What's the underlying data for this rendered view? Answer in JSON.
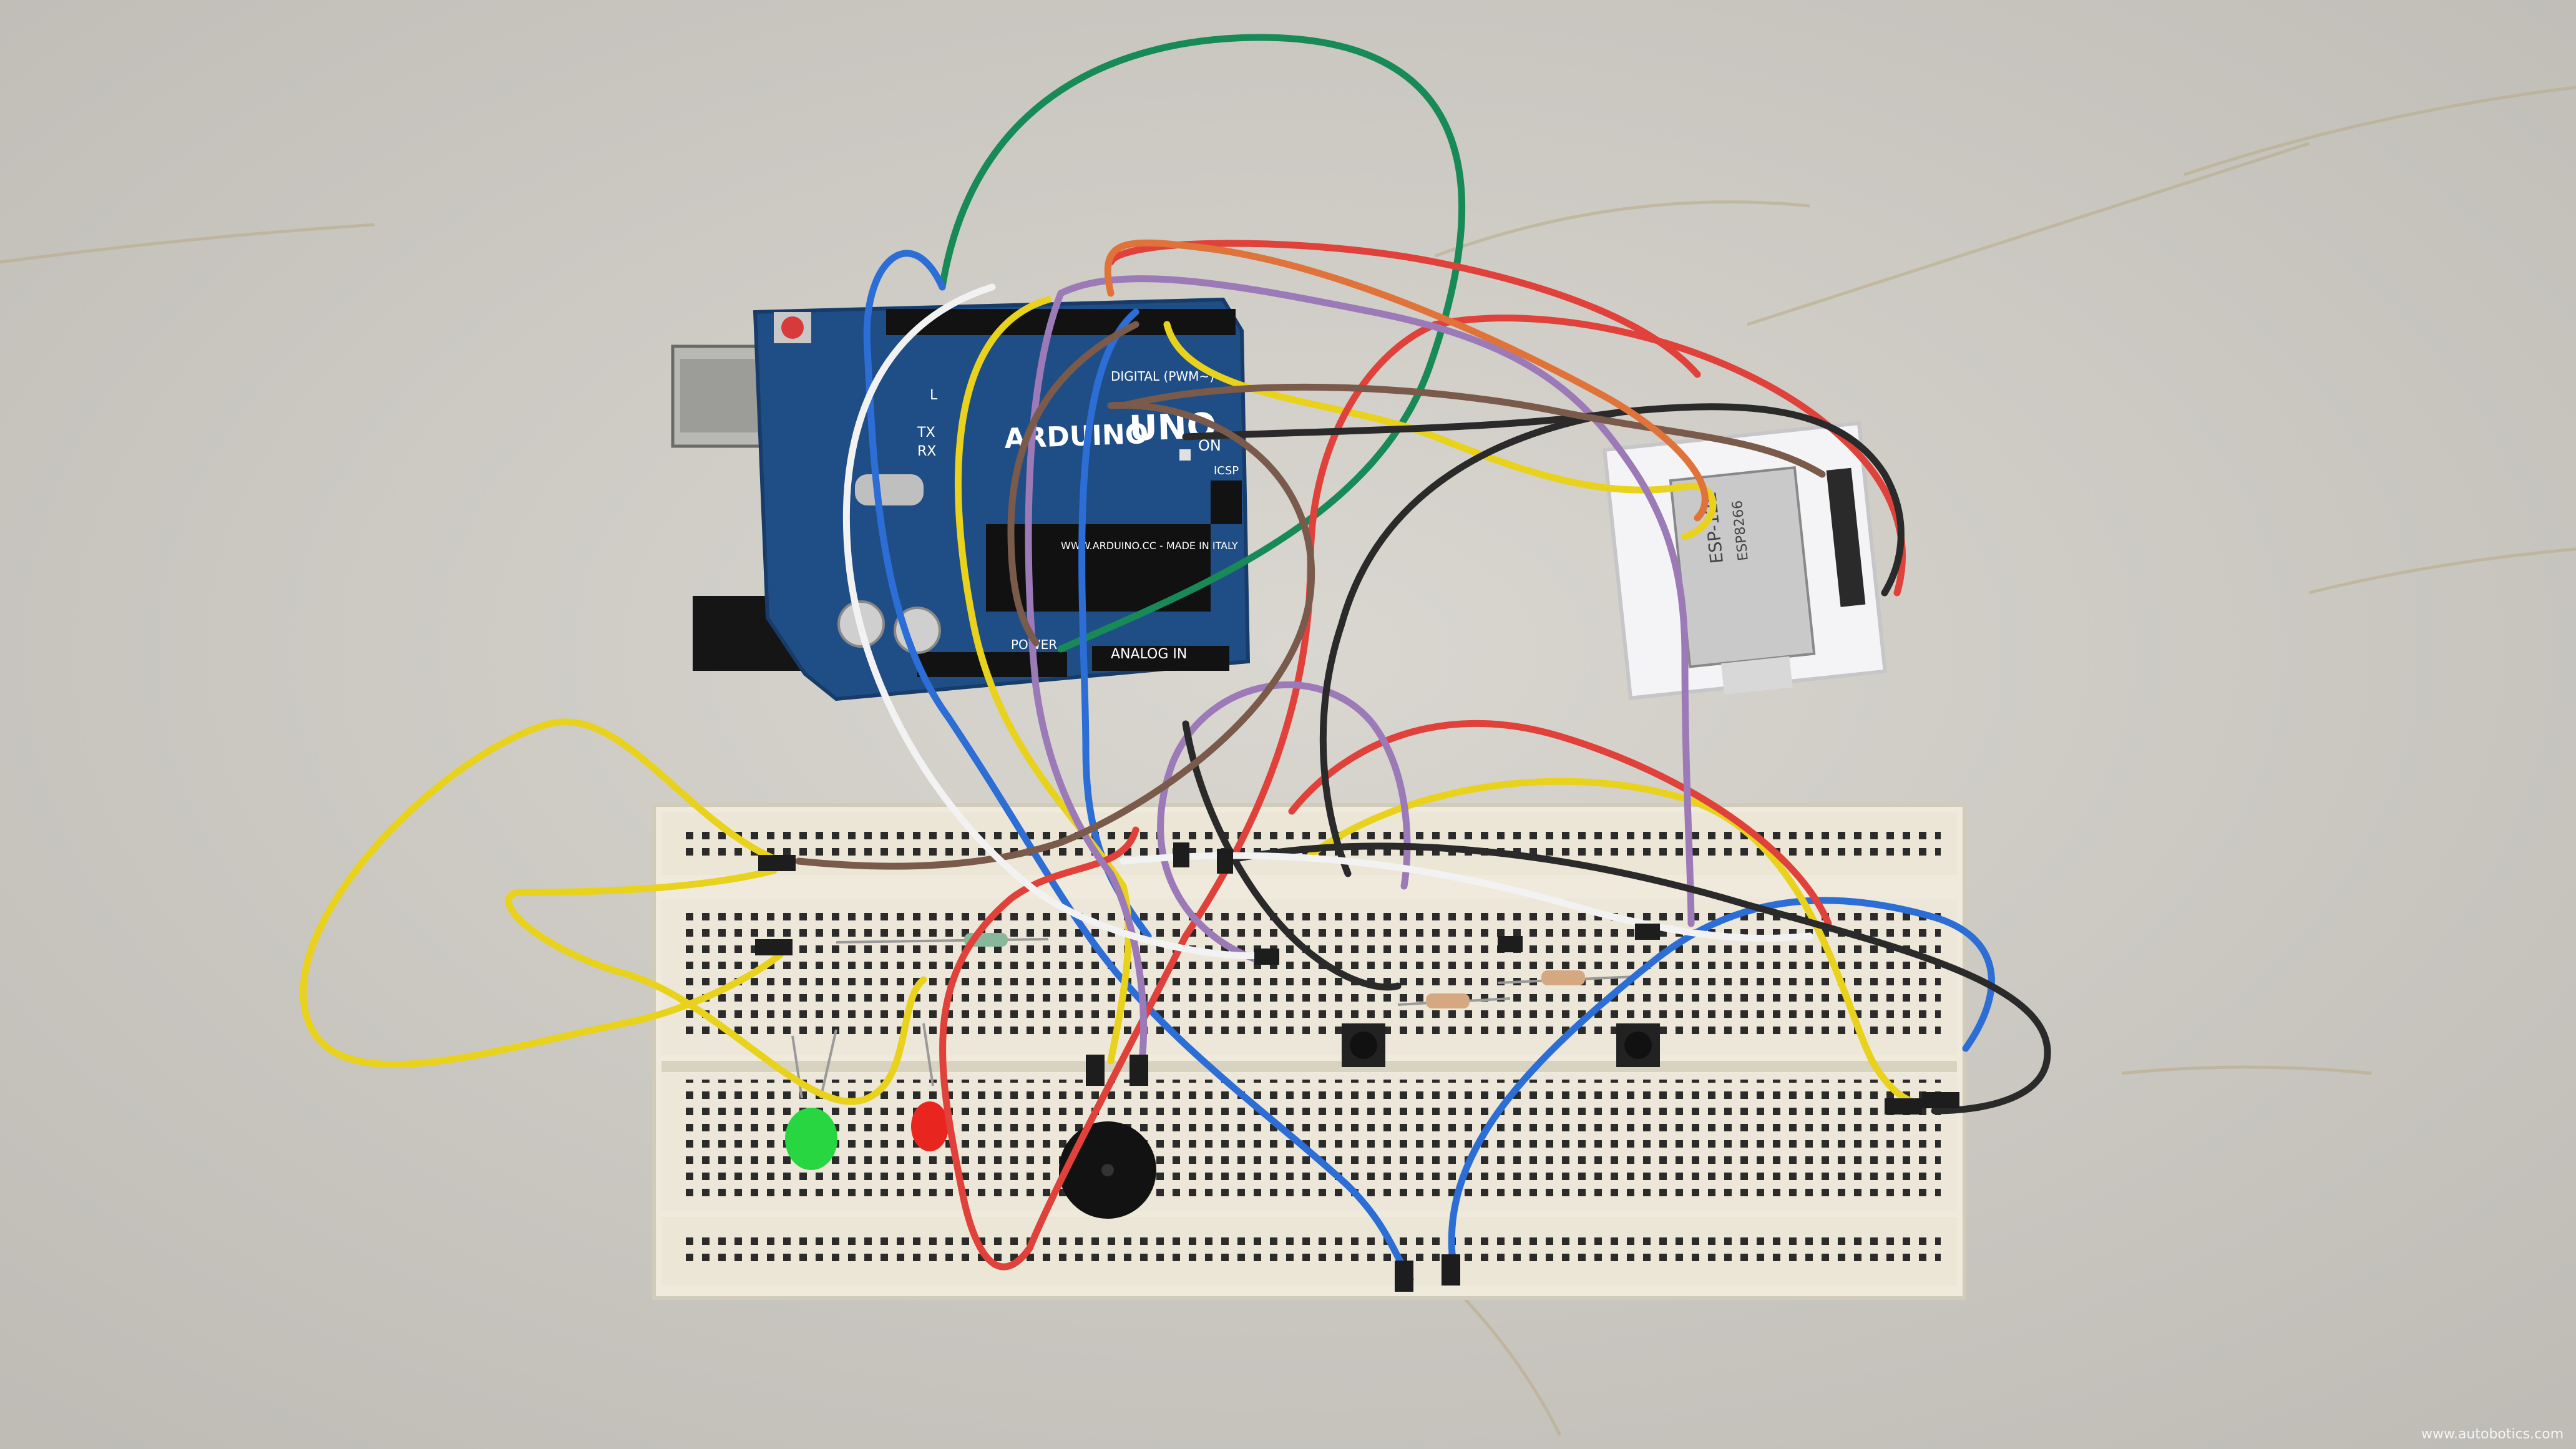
{
  "board": {
    "brand": "ARDUINO",
    "model": "UNO",
    "on_label": "ON",
    "tx_label": "TX",
    "rx_label": "RX",
    "l_label": "L",
    "digital_label": "DIGITAL (PWM~)",
    "analog_label": "ANALOG IN",
    "power_label": "POWER",
    "icsp_label": "ICSP",
    "made_in": "WWW.ARDUINO.CC - MADE IN ITALY"
  },
  "esp_module": {
    "title": "ESP-12E",
    "subtitle": "ESP8266"
  },
  "watermark": "www.autobotics.com",
  "colors": {
    "table": "#cfcdc6",
    "arduino_pcb": "#1f4e86",
    "breadboard": "#efeadc",
    "wire_yellow": "#e8d21c",
    "wire_red": "#e0413a",
    "wire_blue": "#2c6ed6",
    "wire_green": "#178a58",
    "wire_purple": "#9c7ab8",
    "wire_black": "#2a2a2a",
    "wire_brown": "#7a5a4a",
    "wire_white": "#f2f2f2",
    "wire_orange": "#e0733a",
    "led_green": "#27d640",
    "led_red": "#e8261f"
  }
}
